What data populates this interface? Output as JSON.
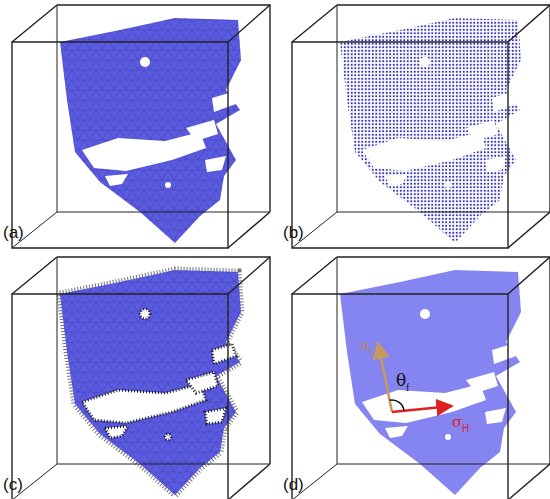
{
  "diagram": {
    "labels": [
      "(a)",
      "(b)",
      "(c)",
      "(d)",
      "n",
      "f",
      "θ",
      "f",
      "σ",
      "H"
    ]
  }
}
